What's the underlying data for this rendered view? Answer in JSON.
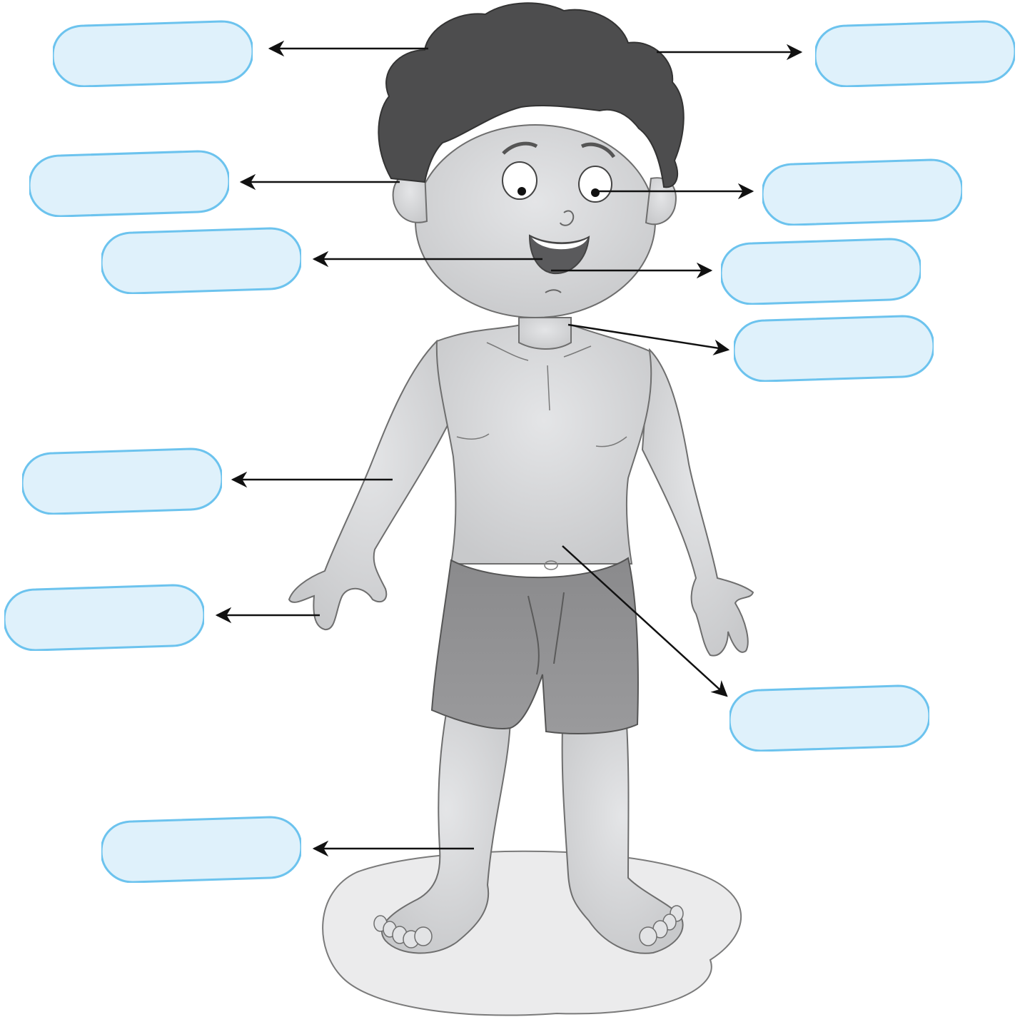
{
  "diagram": {
    "labels": [
      {
        "id": "hair",
        "text": ""
      },
      {
        "id": "ear",
        "text": ""
      },
      {
        "id": "teeth",
        "text": ""
      },
      {
        "id": "arm",
        "text": ""
      },
      {
        "id": "fingers",
        "text": ""
      },
      {
        "id": "leg",
        "text": ""
      },
      {
        "id": "head",
        "text": ""
      },
      {
        "id": "eye",
        "text": ""
      },
      {
        "id": "mouth",
        "text": ""
      },
      {
        "id": "neck",
        "text": ""
      },
      {
        "id": "tummy",
        "text": ""
      }
    ],
    "colors": {
      "box_fill": "#dff1fb",
      "box_edge": "#6cc3ee",
      "skin": "#d6d7d9",
      "hair": "#4f4f4f",
      "shorts": "#8e8e90",
      "arrow": "#111111"
    }
  }
}
